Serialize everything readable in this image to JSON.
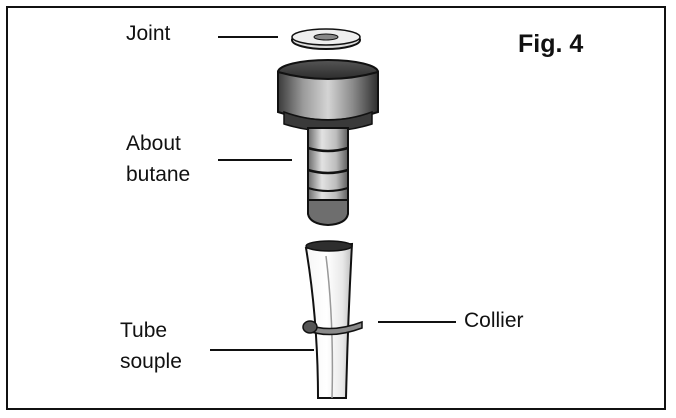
{
  "figure": {
    "title": "Fig. 4",
    "labels": {
      "joint": "Joint",
      "about_line1": "About",
      "about_line2": "butane",
      "collier": "Collier",
      "tube_line1": "Tube",
      "tube_line2": "souple"
    }
  },
  "colors": {
    "ink": "#111111",
    "metal_dark": "#2a2a2a",
    "metal_mid": "#7a7a7a",
    "metal_light": "#cfcfcf",
    "background": "#ffffff"
  }
}
